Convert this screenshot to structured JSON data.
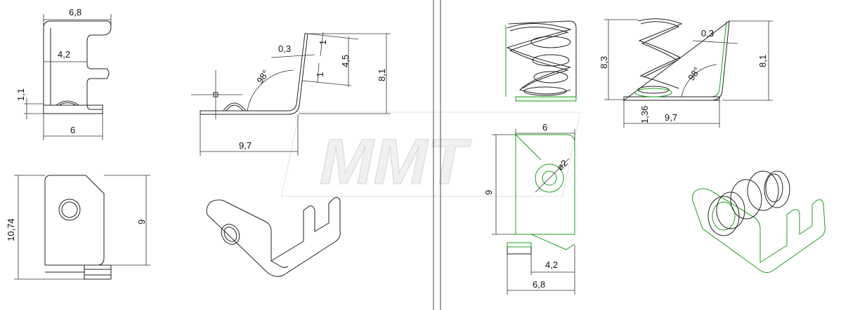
{
  "watermark": "MMT",
  "left_sheet": {
    "side_view": {
      "dim_width_top": "6,8",
      "dim_slot": "4,2",
      "dim_height": "1,1",
      "dim_width_bottom": "6"
    },
    "front_view": {
      "dim_angle": "98°",
      "dim_thickness": "0,3",
      "dim_slot_width": "1",
      "dim_slot_height": "4,5",
      "dim_slot_lower": "1",
      "dim_height": "8,1",
      "dim_length": "9,7"
    },
    "top_view": {
      "dim_total": "10,74",
      "dim_height": "9"
    }
  },
  "right_sheet": {
    "side_view": {},
    "front_view": {
      "dim_spring_height": "8,3",
      "dim_thickness": "0,3",
      "dim_angle": "98°",
      "dim_height": "8,1",
      "dim_base": "1,36",
      "dim_length": "9,7"
    },
    "top_view": {
      "dim_width": "6",
      "dim_hole": "ø2",
      "dim_height": "9",
      "dim_slot": "4,2",
      "dim_total": "6,8"
    }
  },
  "colors": {
    "line": "#222222",
    "highlight": "#1aa11a",
    "watermark": "#d6d6d6"
  }
}
